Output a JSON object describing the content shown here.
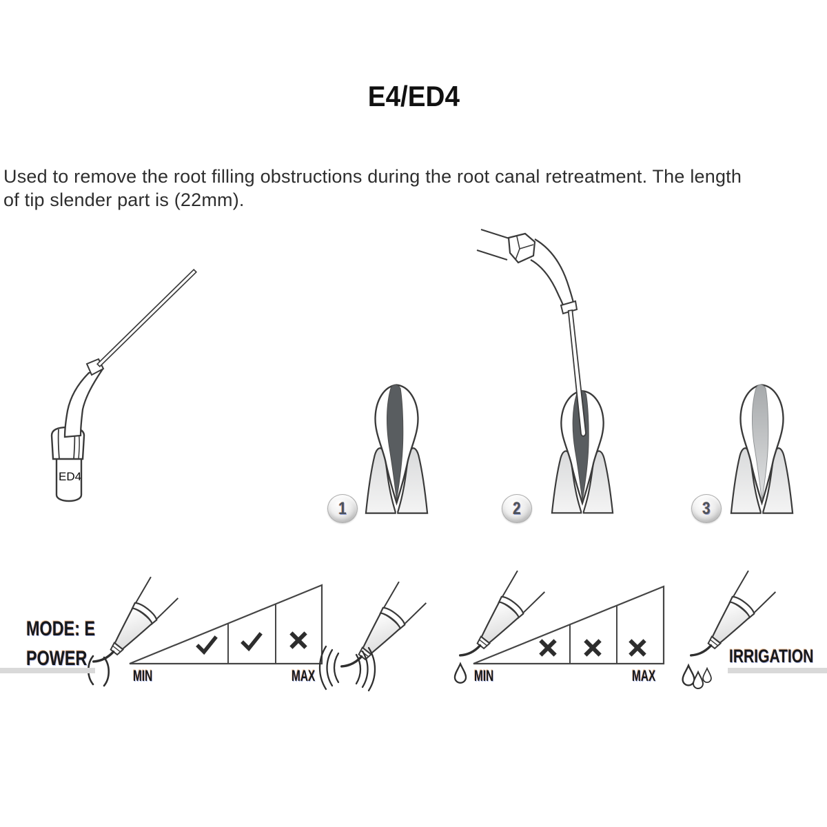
{
  "title": "E4/ED4",
  "description": {
    "line1": "Used to remove the root filling obstructions during the root canal retreatment. The length",
    "line2": "of tip slender part is (22mm)."
  },
  "tip_figure": {
    "label": "ED4"
  },
  "steps": [
    {
      "number": "1"
    },
    {
      "number": "2"
    },
    {
      "number": "3"
    }
  ],
  "power": {
    "mode_label": "MODE: E",
    "section_label": "POWER",
    "min_label": "MIN",
    "max_label": "MAX",
    "levels": [
      "check",
      "check",
      "cross"
    ]
  },
  "irrigation": {
    "section_label": "IRRIGATION",
    "min_label": "MIN",
    "max_label": "MAX",
    "levels": [
      "cross",
      "cross",
      "cross"
    ]
  },
  "icons": {
    "handpiece": "scaler-handpiece-icon",
    "vibration": "vibration-waves-icon",
    "drop": "water-drop-icon",
    "check": "check-icon",
    "cross": "cross-icon"
  },
  "colors": {
    "line": "#3a3a3a",
    "canal_dark": "#595d60",
    "canal_cleaned_top": "#a6a9ab",
    "canal_cleaned_bottom": "#e2e3e4",
    "bone_top": "#d9dadb",
    "bone_bottom": "#f4f4f4",
    "label_text": "#16181d",
    "underline_bar": "#d9d9d9"
  }
}
